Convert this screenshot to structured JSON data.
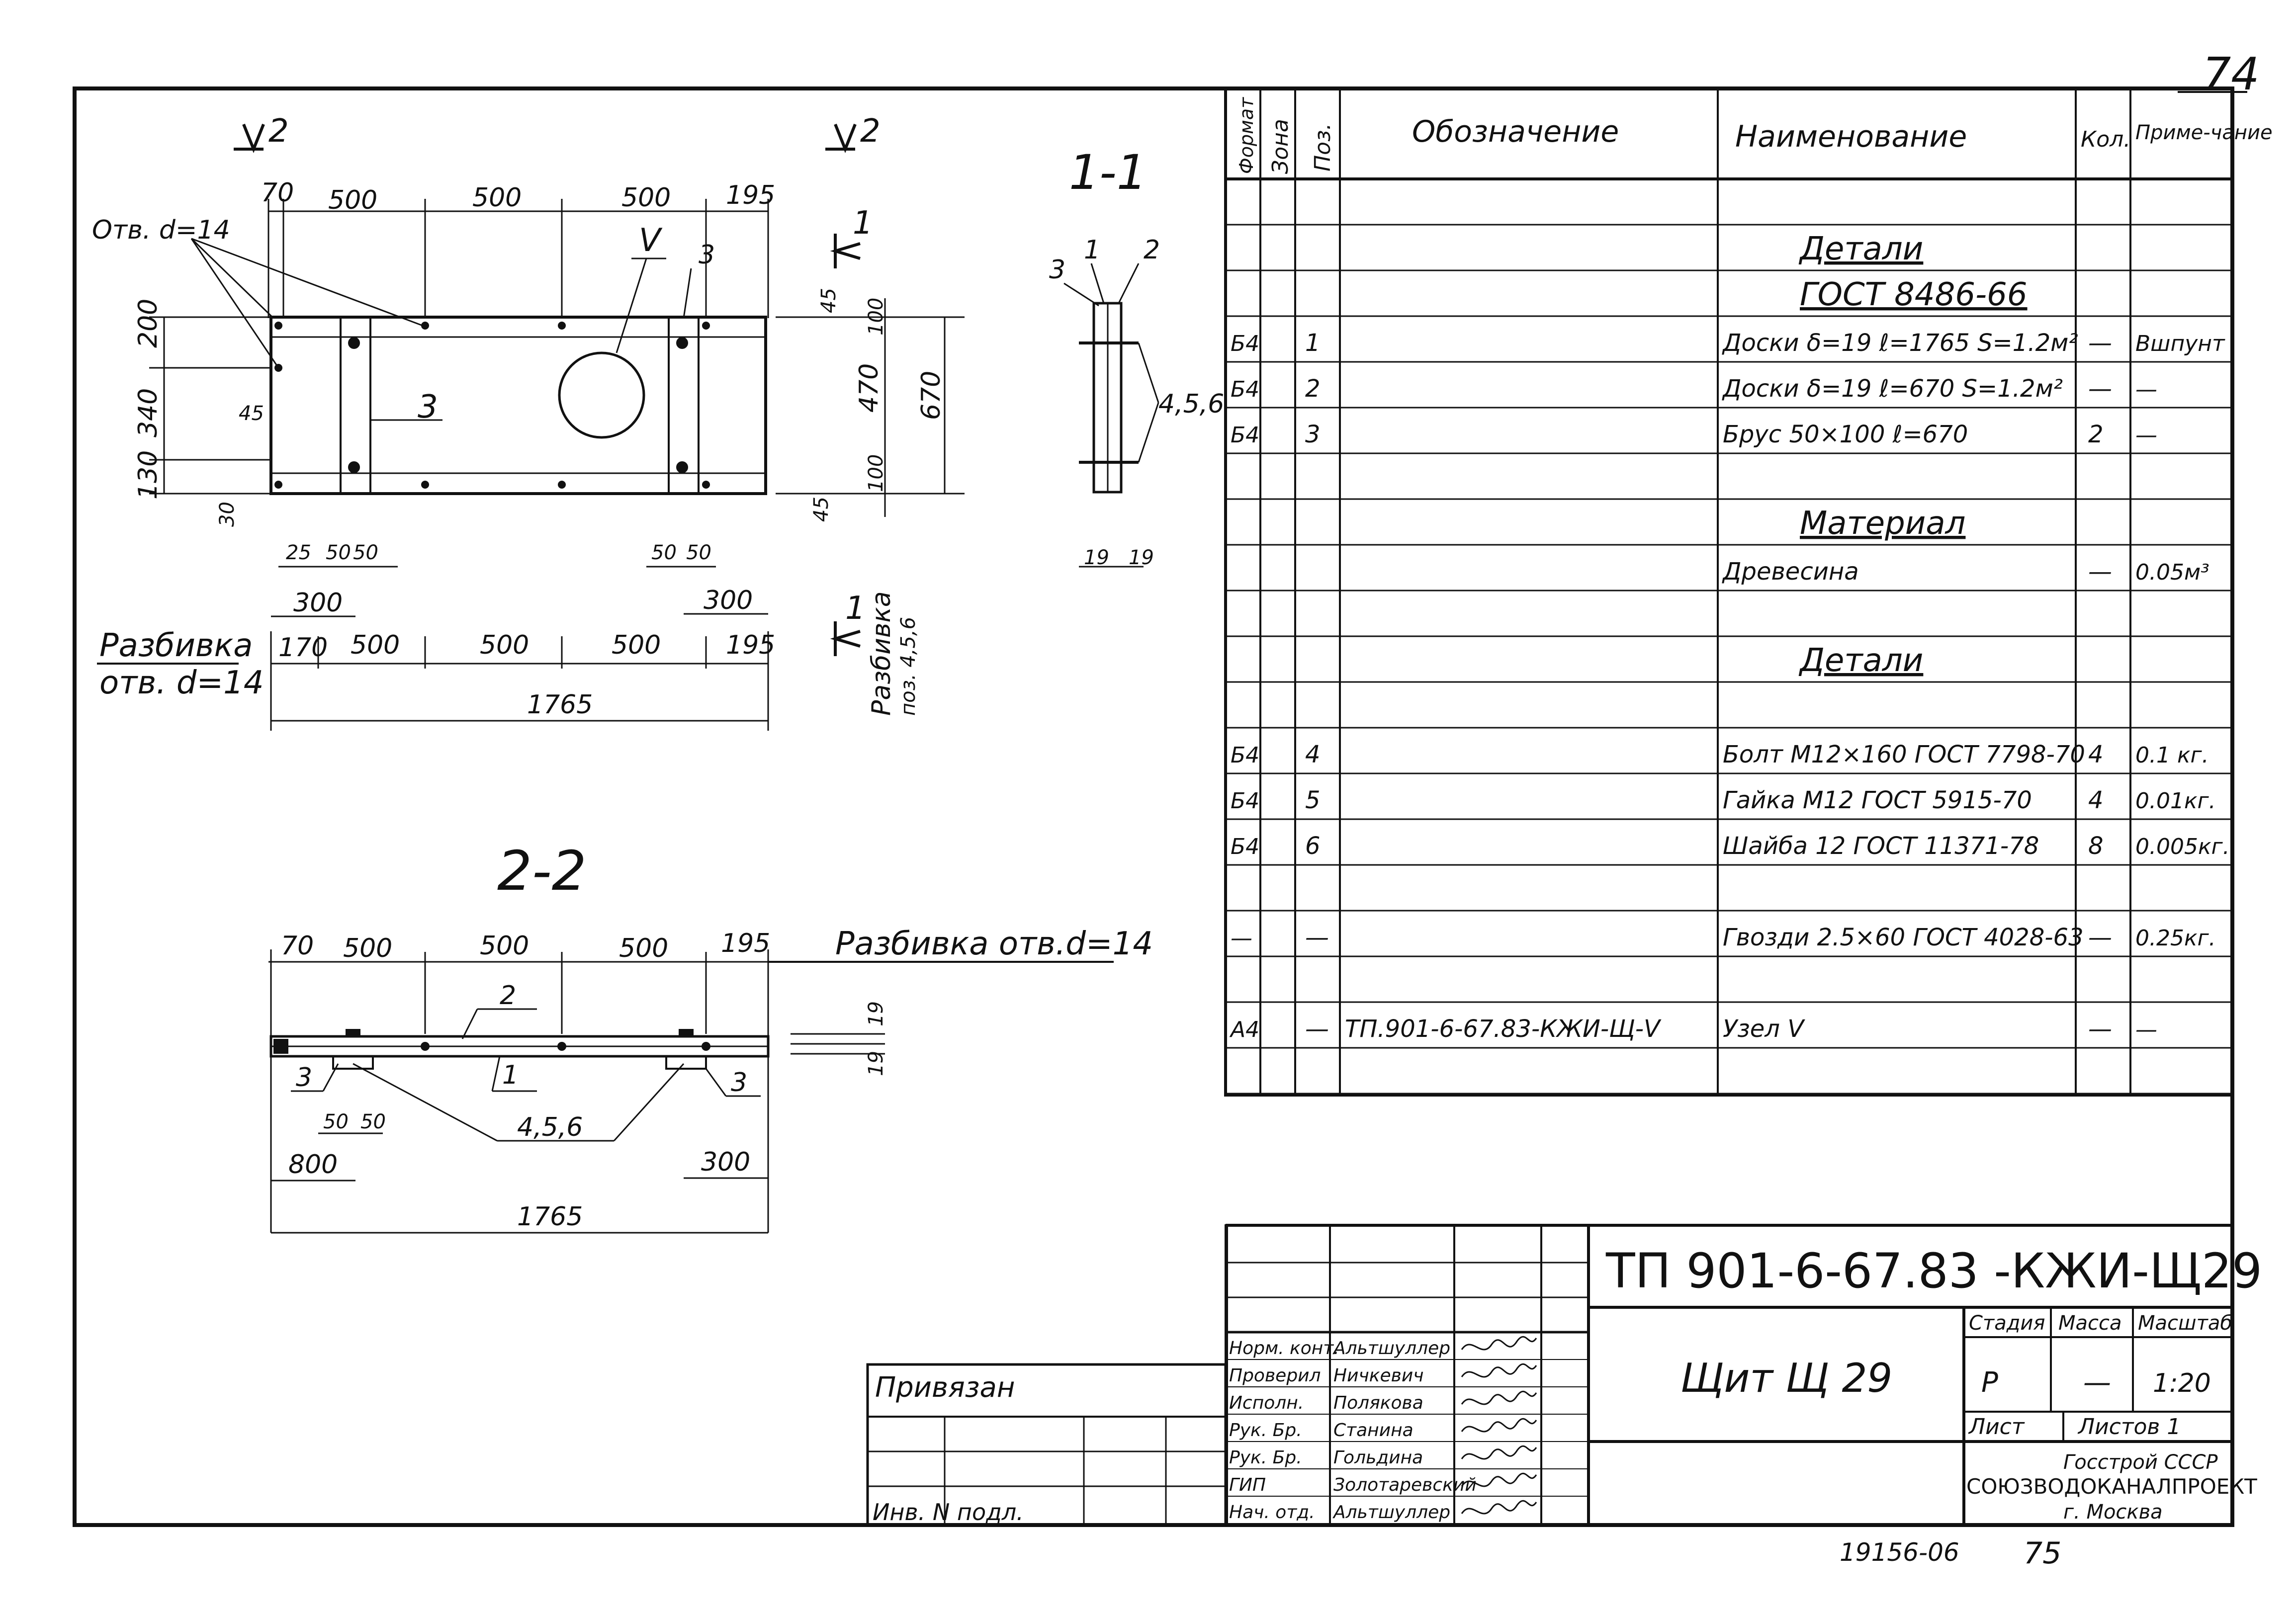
{
  "page_number": "74",
  "bottom_numbers": {
    "archive": "19156-06",
    "page": "75"
  },
  "section_markers": {
    "left": "2",
    "right": "2"
  },
  "view_1_1": {
    "title": "1-1",
    "holes_label": "Отв. d=14",
    "node_label": "V",
    "top_dims": [
      "70",
      "500",
      "500",
      "500",
      "195"
    ],
    "left_dims": [
      "200",
      "340",
      "130"
    ],
    "small_dims": [
      "45",
      "30",
      "25",
      "50",
      "50",
      "50",
      "50",
      "45",
      "45"
    ],
    "right_dims": [
      "100",
      "470",
      "100",
      "670"
    ],
    "pos_labels": [
      "3",
      "3"
    ],
    "bottom_dims_300": [
      "300",
      "300"
    ],
    "cut_marker": "1",
    "razbivka_label_line1": "Разбивка",
    "razbivka_label_line2": "отв. d=14",
    "razbivka_dims": [
      "170",
      "500",
      "500",
      "500",
      "195"
    ],
    "total": "1765",
    "vertical_note_line1": "Разбивка",
    "vertical_note_line2": "поз. 4,5,6",
    "section_view": {
      "labels": [
        "3",
        "1",
        "2"
      ],
      "bolt_label": "4,5,6",
      "dims": [
        "19",
        "19"
      ]
    }
  },
  "view_2_2": {
    "title": "2-2",
    "top_dims": [
      "70",
      "500",
      "500",
      "500",
      "195"
    ],
    "razbivka": "Разбивка отв.d=14",
    "pos_labels": [
      "2",
      "1",
      "3",
      "3"
    ],
    "bolt_label": "4,5,6",
    "small_dims": [
      "50",
      "50"
    ],
    "dim_800": "800",
    "dim_300": "300",
    "total": "1765",
    "side_dims": [
      "19",
      "19"
    ]
  },
  "spec_table": {
    "headers": [
      "Формат",
      "Зона",
      "Поз.",
      "Обозначение",
      "Наименование",
      "Кол.",
      "Приме-чание"
    ],
    "rows": [
      {
        "format": "",
        "zone": "",
        "pos": "",
        "designation": "",
        "name": "",
        "qty": "",
        "note": ""
      },
      {
        "format": "",
        "zone": "",
        "pos": "",
        "designation": "",
        "name": "Детали",
        "qty": "",
        "note": "",
        "heading": true
      },
      {
        "format": "",
        "zone": "",
        "pos": "",
        "designation": "",
        "name": "ГОСТ 8486-66",
        "qty": "",
        "note": "",
        "heading": true
      },
      {
        "format": "Б4",
        "zone": "",
        "pos": "1",
        "designation": "",
        "name": "Доски δ=19 ℓ=1765 S=1.2м²",
        "qty": "—",
        "note": "Вшпунт"
      },
      {
        "format": "Б4",
        "zone": "",
        "pos": "2",
        "designation": "",
        "name": "Доски δ=19 ℓ=670 S=1.2м²",
        "qty": "—",
        "note": "—"
      },
      {
        "format": "Б4",
        "zone": "",
        "pos": "3",
        "designation": "",
        "name": "Брус 50×100 ℓ=670",
        "qty": "2",
        "note": "—"
      },
      {
        "format": "",
        "zone": "",
        "pos": "",
        "designation": "",
        "name": "",
        "qty": "",
        "note": ""
      },
      {
        "format": "",
        "zone": "",
        "pos": "",
        "designation": "",
        "name": "Материал",
        "qty": "",
        "note": "",
        "heading": true
      },
      {
        "format": "",
        "zone": "",
        "pos": "",
        "designation": "",
        "name": "Древесина",
        "qty": "—",
        "note": "0.05м³"
      },
      {
        "format": "",
        "zone": "",
        "pos": "",
        "designation": "",
        "name": "",
        "qty": "",
        "note": ""
      },
      {
        "format": "",
        "zone": "",
        "pos": "",
        "designation": "",
        "name": "Детали",
        "qty": "",
        "note": "",
        "heading": true
      },
      {
        "format": "",
        "zone": "",
        "pos": "",
        "designation": "",
        "name": "",
        "qty": "",
        "note": ""
      },
      {
        "format": "Б4",
        "zone": "",
        "pos": "4",
        "designation": "",
        "name": "Болт М12×160 ГОСТ 7798-70",
        "qty": "4",
        "note": "0.1 кг."
      },
      {
        "format": "Б4",
        "zone": "",
        "pos": "5",
        "designation": "",
        "name": "Гайка М12 ГОСТ 5915-70",
        "qty": "4",
        "note": "0.01кг."
      },
      {
        "format": "Б4",
        "zone": "",
        "pos": "6",
        "designation": "",
        "name": "Шайба 12 ГОСТ 11371-78",
        "qty": "8",
        "note": "0.005кг."
      },
      {
        "format": "",
        "zone": "",
        "pos": "",
        "designation": "",
        "name": "",
        "qty": "",
        "note": ""
      },
      {
        "format": "—",
        "zone": "",
        "pos": "—",
        "designation": "",
        "name": "Гвозди 2.5×60 ГОСТ 4028-63",
        "qty": "—",
        "note": "0.25кг."
      },
      {
        "format": "",
        "zone": "",
        "pos": "",
        "designation": "",
        "name": "",
        "qty": "",
        "note": ""
      },
      {
        "format": "А4",
        "zone": "",
        "pos": "—",
        "designation": "ТП.901-6-67.83-КЖИ-Щ-V",
        "name": "Узел V",
        "qty": "—",
        "note": "—"
      },
      {
        "format": "",
        "zone": "",
        "pos": "",
        "designation": "",
        "name": "",
        "qty": "",
        "note": ""
      }
    ]
  },
  "title_block": {
    "code": "ТП 901-6-67.83 -КЖИ-Щ29",
    "name": "Щит Щ 29",
    "stage_header": "Стадия",
    "mass_header": "Масса",
    "scale_header": "Масштаб",
    "stage": "Р",
    "mass": "—",
    "scale": "1:20",
    "sheet_label": "Лист",
    "sheets_label": "Листов 1",
    "org_line1": "Госстрой СССР",
    "org_line2": "СОЮЗВОДОКАНАЛПРОЕКТ",
    "org_line3": "г. Москва",
    "signatures": [
      {
        "role": "Норм. конт.",
        "name": "Альтшуллер"
      },
      {
        "role": "Проверил",
        "name": "Ничкевич"
      },
      {
        "role": "Исполн.",
        "name": "Полякова"
      },
      {
        "role": "Рук. Бр.",
        "name": "Станина"
      },
      {
        "role": "Рук. Бр.",
        "name": "Гольдина"
      },
      {
        "role": "ГИП",
        "name": "Золотаревский"
      },
      {
        "role": "Нач. отд.",
        "name": "Альтшуллер"
      }
    ]
  },
  "left_block": {
    "privyazan": "Привязан",
    "inv": "Инв. N подл."
  }
}
